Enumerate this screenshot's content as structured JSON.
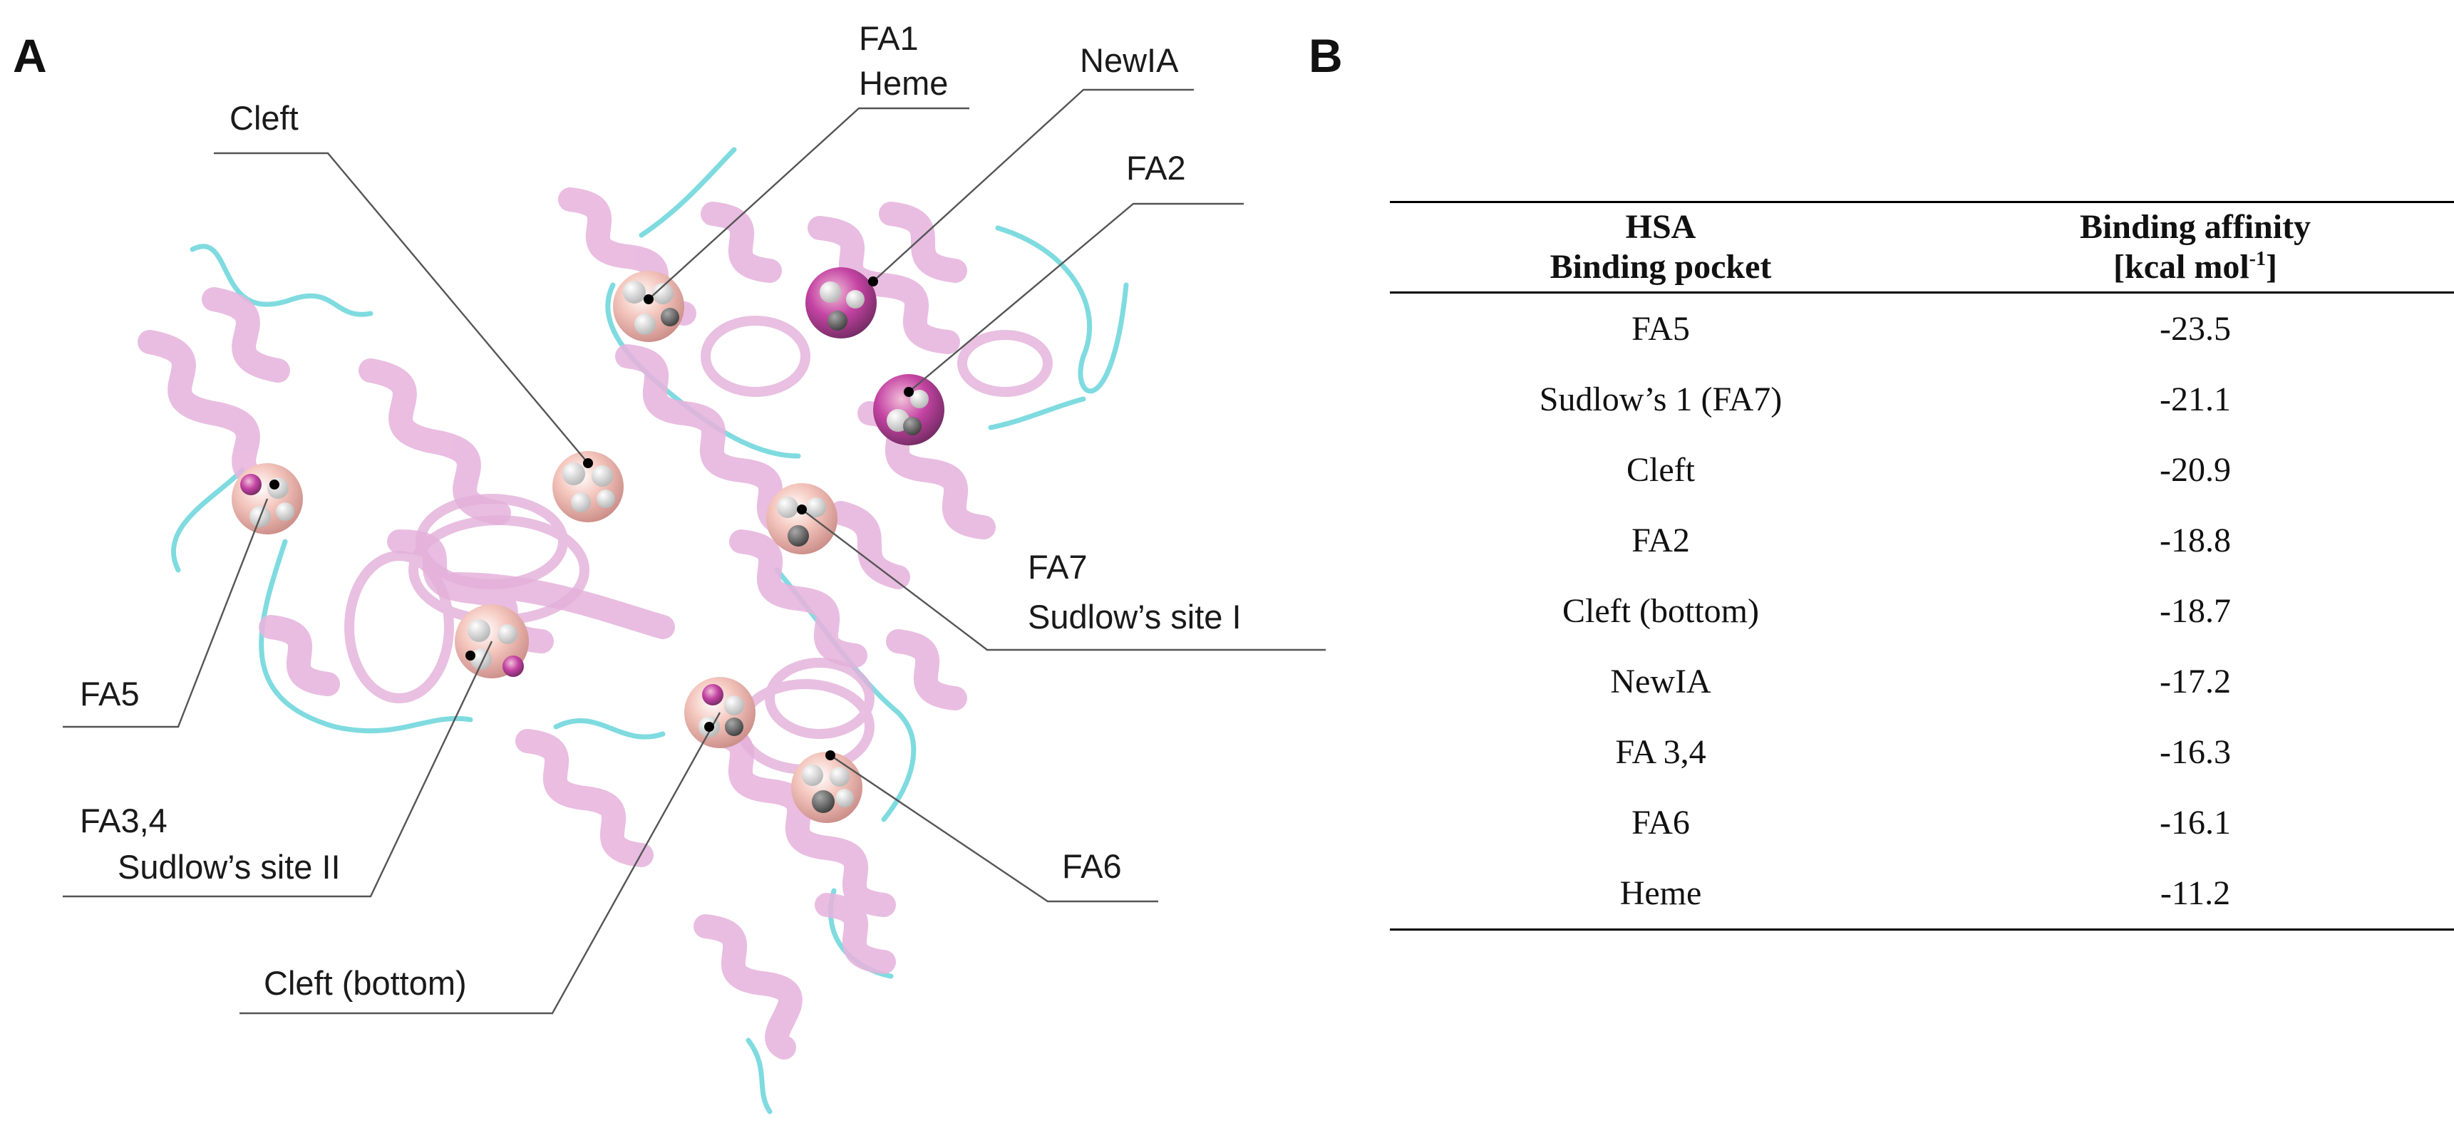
{
  "panels": {
    "a": "A",
    "b": "B"
  },
  "panel_a": {
    "callouts": {
      "fa1": "FA1",
      "heme": "Heme",
      "newia": "NewIA",
      "cleft": "Cleft",
      "fa2": "FA2",
      "fa5": "FA5",
      "fa7": "FA7",
      "sudlow1": "Sudlow’s site I",
      "fa34": "FA3,4",
      "sudlow2": "Sudlow’s site II",
      "fa6": "FA6",
      "cleft_bottom": "Cleft (bottom)"
    },
    "colors": {
      "helix": "#e7b4dd",
      "loop": "#7fdbe0",
      "pocket_light": "#f6c9c0",
      "pocket_magenta": "#c43fa0"
    }
  },
  "panel_b": {
    "headers": {
      "col1_line1": "HSA",
      "col1_line2": "Binding pocket",
      "col2_line1": "Binding affinity",
      "col2_line2_pre": "[kcal mol",
      "col2_line2_sup": "-1",
      "col2_line2_post": "]"
    },
    "rows": [
      {
        "pocket": "FA5",
        "affinity": "-23.5"
      },
      {
        "pocket": "Sudlow’s 1 (FA7)",
        "affinity": "-21.1"
      },
      {
        "pocket": "Cleft",
        "affinity": "-20.9"
      },
      {
        "pocket": "FA2",
        "affinity": "-18.8"
      },
      {
        "pocket": "Cleft (bottom)",
        "affinity": "-18.7"
      },
      {
        "pocket": "NewIA",
        "affinity": "-17.2"
      },
      {
        "pocket": "FA 3,4",
        "affinity": "-16.3"
      },
      {
        "pocket": "FA6",
        "affinity": "-16.1"
      },
      {
        "pocket": "Heme",
        "affinity": "-11.2"
      }
    ]
  }
}
